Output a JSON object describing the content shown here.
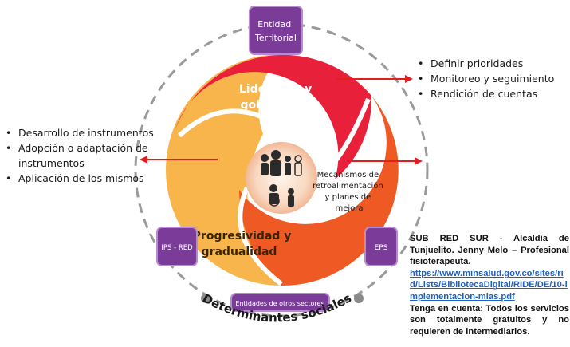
{
  "diagram": {
    "top_box": [
      "Entidad",
      "Territorial"
    ],
    "left_box": "IPS - RED",
    "right_box": "EPS",
    "bottom_box": "Entidades de otros sectores",
    "arc_label": "Determinantes sociales",
    "segments": {
      "red": [
        "Liderazgo y",
        "gobernanza"
      ],
      "yellow": [
        "Progresividad y",
        "gradualidad"
      ],
      "orange": [
        "Mecanismos de",
        "retroalimentación",
        "y planes de",
        "mejora"
      ]
    },
    "center_icon": "people-group-icon",
    "colors": {
      "red": "#e8203a",
      "yellow": "#f7b54c",
      "orange": "#ef5a24",
      "purple": "#7b3c99",
      "ring": "#9a9a9a",
      "arrow": "#e02020"
    }
  },
  "bullets_right": [
    "Definir prioridades",
    "Monitoreo y seguimiento",
    "Rendición de cuentas"
  ],
  "bullets_left": [
    "Desarrollo de instrumentos",
    "Adopción o adaptación de instrumentos",
    "Aplicación de los mismos"
  ],
  "source": {
    "title": "SUB RED SUR - Alcaldía de Tunjuelito. Jenny Melo – Profesional fisioterapeuta.",
    "link": "https://www.minsalud.gov.co/sites/rid/Lists/BibliotecaDigital/RIDE/DE/10-implementacion-mias.pdf",
    "note": "Tenga en cuenta: Todos los servicios son totalmente gratuitos y no requieren de intermediarios."
  }
}
